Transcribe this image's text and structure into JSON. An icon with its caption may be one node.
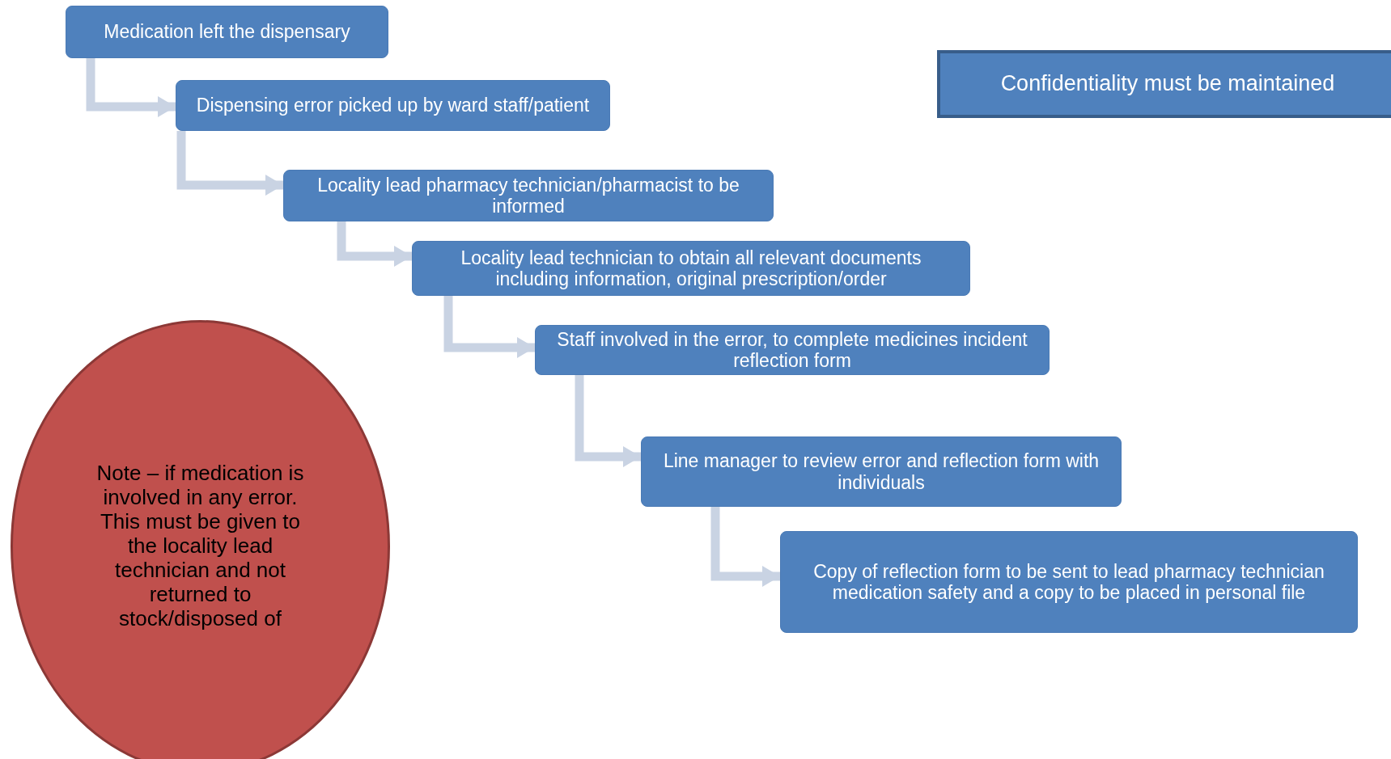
{
  "diagram": {
    "nodes": [
      {
        "text": [
          "Medication left the dispensary"
        ]
      },
      {
        "text": [
          "Dispensing error picked up by ward staff/patient"
        ]
      },
      {
        "text": [
          "Locality lead pharmacy technician/pharmacist to be informed"
        ]
      },
      {
        "text": [
          "Locality lead technician to obtain all relevant documents including information, original prescription/order"
        ]
      },
      {
        "text": [
          "Staff involved in the error, to complete medicines incident reflection form"
        ]
      },
      {
        "text": [
          "Line manager to review error and reflection form with individuals"
        ]
      },
      {
        "text": [
          "Copy of reflection form to be sent to lead pharmacy technician medication safety and a copy to be placed in personal file"
        ]
      },
      {
        "text": [
          "Confidentiality must be maintained"
        ]
      },
      {
        "text": [
          "Note – if medication is involved in any error. This must be given to the locality lead technician and not returned to stock/disposed of"
        ]
      }
    ],
    "edges": [
      {
        "from": 0,
        "to": 1,
        "arrow": "to"
      },
      {
        "from": 1,
        "to": 2,
        "arrow": "to"
      },
      {
        "from": 2,
        "to": 3,
        "arrow": "to"
      },
      {
        "from": 3,
        "to": 4,
        "arrow": "to"
      },
      {
        "from": 4,
        "to": 5,
        "arrow": "to"
      },
      {
        "from": 5,
        "to": 6,
        "arrow": "to"
      }
    ]
  }
}
